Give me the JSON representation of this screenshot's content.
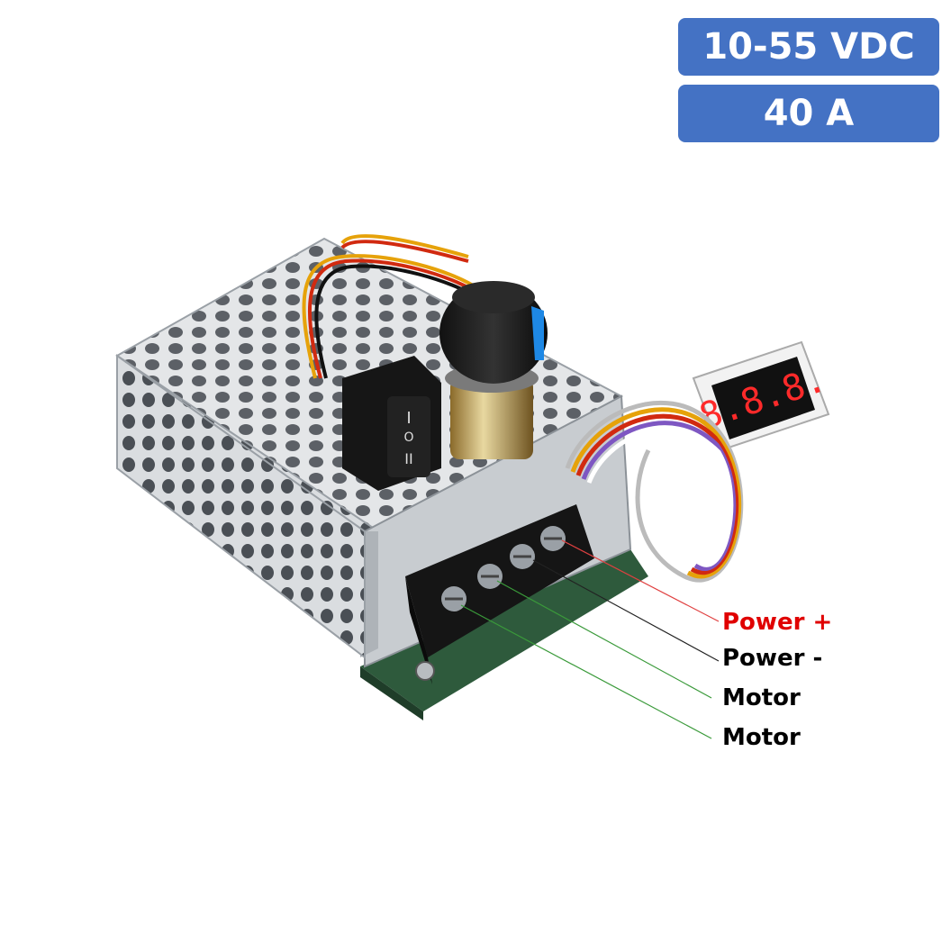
{
  "badges": {
    "voltage": "10-55 VDC",
    "current": "40 A"
  },
  "display": {
    "readout": "8.8.8."
  },
  "terminals": [
    {
      "label": "Power +",
      "color": "#e00000",
      "line_color": "#e04040"
    },
    {
      "label": "Power -",
      "color": "#000000",
      "line_color": "#222222"
    },
    {
      "label": "Motor",
      "color": "#000000",
      "line_color": "#3a9a3a"
    },
    {
      "label": "Motor",
      "color": "#000000",
      "line_color": "#3a9a3a"
    }
  ],
  "colors": {
    "badge_bg": "#4472c4",
    "case_metal": "#d9dcdf",
    "pcb_green": "#2e5a3c"
  }
}
